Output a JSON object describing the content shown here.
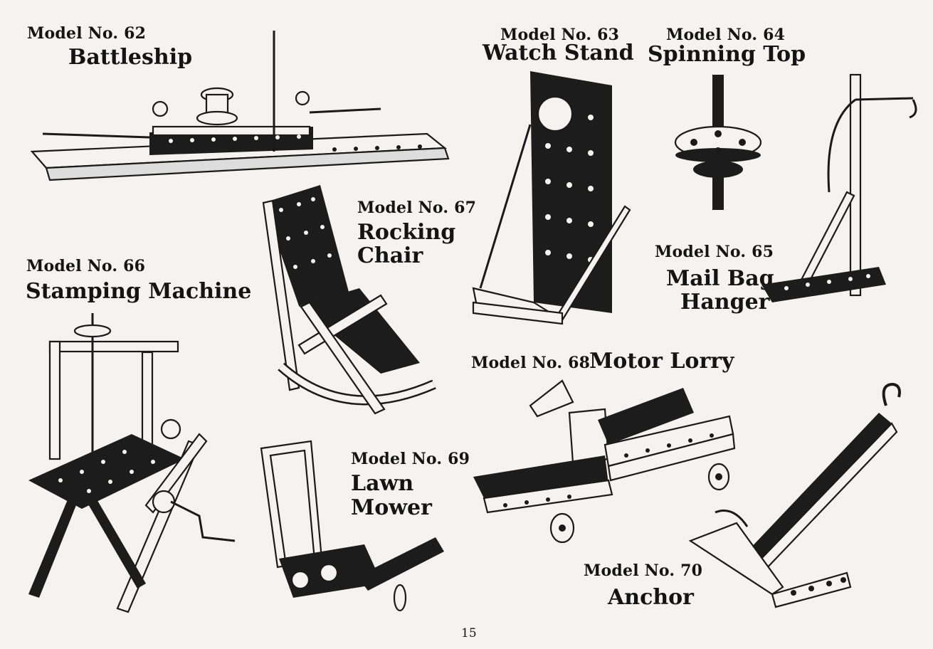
{
  "page_number": "15",
  "models": [
    {
      "id": "m62",
      "label": "Model No. 62",
      "title": "Battleship"
    },
    {
      "id": "m63",
      "label": "Model No. 63",
      "title": "Watch Stand"
    },
    {
      "id": "m64",
      "label": "Model No. 64",
      "title": "Spinning Top"
    },
    {
      "id": "m65",
      "label": "Model No. 65",
      "title_lines": [
        "Mail Bag",
        "Hanger"
      ]
    },
    {
      "id": "m66",
      "label": "Model No. 66",
      "title": "Stamping Machine"
    },
    {
      "id": "m67",
      "label": "Model No. 67",
      "title_lines": [
        "Rocking",
        "Chair"
      ]
    },
    {
      "id": "m68",
      "label": "Model No. 68",
      "title": "Motor Lorry"
    },
    {
      "id": "m69",
      "label": "Model No. 69",
      "title_lines": [
        "Lawn",
        "Mower"
      ]
    },
    {
      "id": "m70",
      "label": "Model No. 70",
      "title": "Anchor"
    }
  ],
  "illustrations": [
    "battleship-illustration",
    "watch-stand-illustration",
    "spinning-top-illustration",
    "mail-bag-hanger-illustration",
    "stamping-machine-illustration",
    "rocking-chair-illustration",
    "motor-lorry-illustration",
    "lawn-mower-illustration",
    "anchor-illustration"
  ]
}
